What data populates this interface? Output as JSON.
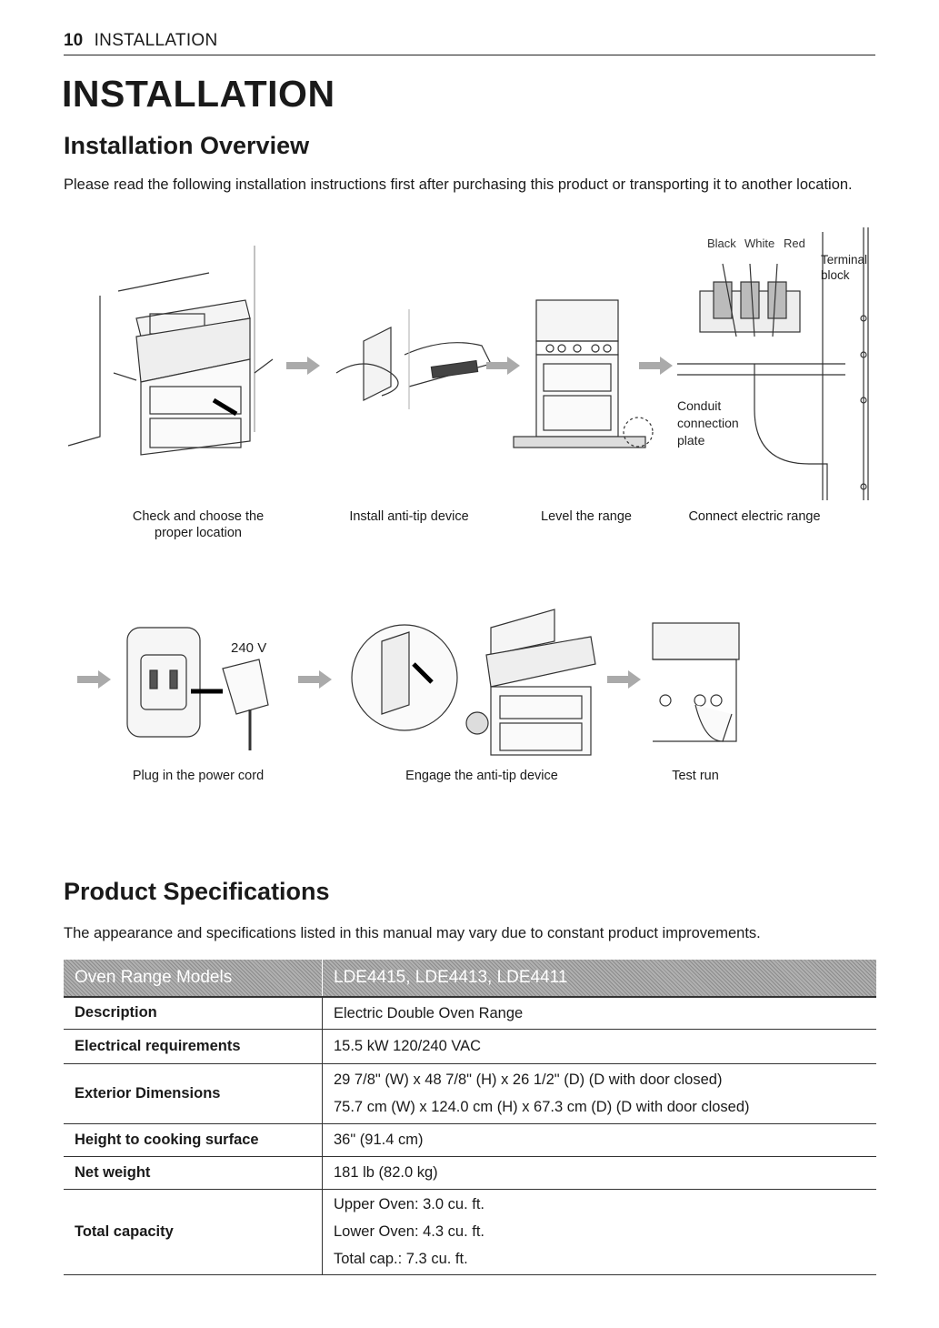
{
  "header": {
    "page_number": "10",
    "section": "INSTALLATION"
  },
  "title": "INSTALLATION",
  "overview": {
    "heading": "Installation Overview",
    "intro": "Please read the following installation instructions first after purchasing this product or transporting it to another location.",
    "wire_labels": {
      "black": "Black",
      "white": "White",
      "red": "Red",
      "terminal": "Terminal",
      "block": "block",
      "conduit": "Conduit",
      "connection": "connection",
      "plate": "plate"
    },
    "voltage_label": "240 V",
    "steps_row1": [
      {
        "line1": "Check and choose the",
        "line2": "proper location"
      },
      {
        "line1": "Install anti-tip device"
      },
      {
        "line1": "Level the range"
      },
      {
        "line1": "Connect electric range"
      }
    ],
    "steps_row2": [
      {
        "line1": "Plug in the power cord"
      },
      {
        "line1": "Engage the anti-tip device"
      },
      {
        "line1": "Test run"
      }
    ]
  },
  "specs": {
    "heading": "Product Specifications",
    "intro": "The appearance and specifications listed in this manual may vary due to constant product improvements.",
    "table_header": {
      "col1": "Oven Range Models",
      "col2": "LDE4415, LDE4413, LDE4411"
    },
    "rows": [
      {
        "label": "Description",
        "values": [
          "Electric Double Oven Range"
        ]
      },
      {
        "label": "Electrical requirements",
        "values": [
          "15.5 kW 120/240 VAC"
        ]
      },
      {
        "label": "Exterior Dimensions",
        "values": [
          "29 7/8\" (W) x 48 7/8\" (H) x 26 1/2\" (D) (D with door closed)",
          "75.7 cm (W) x 124.0 cm (H) x 67.3 cm (D) (D with door closed)"
        ]
      },
      {
        "label": "Height to cooking surface",
        "values": [
          "36\" (91.4 cm)"
        ]
      },
      {
        "label": "Net weight",
        "values": [
          "181 lb (82.0 kg)"
        ]
      },
      {
        "label": "Total capacity",
        "values": [
          "Upper Oven: 3.0 cu. ft.",
          "Lower Oven: 4.3 cu. ft.",
          "Total cap.: 7.3 cu. ft."
        ]
      }
    ]
  }
}
